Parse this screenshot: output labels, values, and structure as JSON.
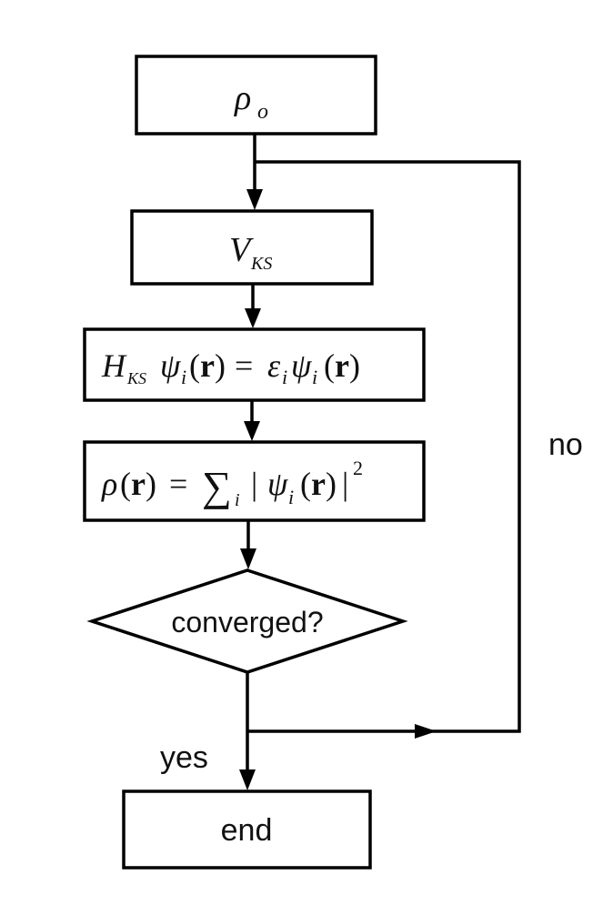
{
  "flowchart": {
    "init_density": {
      "symbol": "ρ",
      "subscript": "o"
    },
    "potential": {
      "symbol": "V",
      "subscript": "KS"
    },
    "kohn_sham_eq": {
      "H": "H",
      "H_sub": "KS",
      "psi": "ψ",
      "i": "i",
      "open": "(",
      "r": "r",
      "close": ")",
      "eq": "=",
      "eps": "ε"
    },
    "density_eq": {
      "rho": "ρ",
      "open": "(",
      "r": "r",
      "close": ")",
      "eq": "=",
      "sum": "∑",
      "sum_sub": "i",
      "abs": "|",
      "psi": "ψ",
      "psi_sub": "i",
      "power": "2"
    },
    "decision": "converged?",
    "yes_label": "yes",
    "no_label": "no",
    "end_label": "end"
  }
}
